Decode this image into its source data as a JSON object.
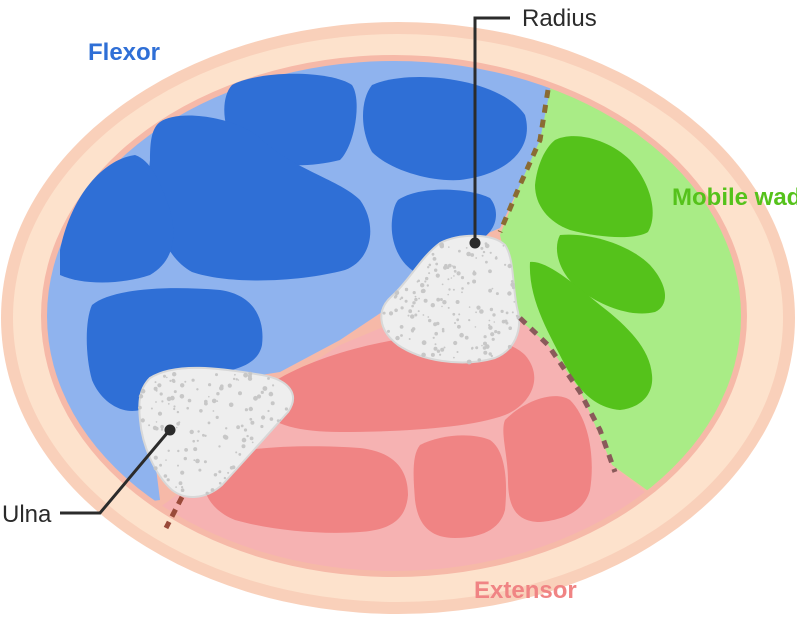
{
  "labels": {
    "flexor": "Flexor",
    "mobile_wad": "Mobile wad",
    "extensor": "Extensor",
    "radius": "Radius",
    "ulna": "Ulna"
  },
  "colors": {
    "flexor": "#2f6fd6",
    "mobile_wad": "#55c21b",
    "extensor": "#f08484",
    "text_dark": "#2b2b2b"
  }
}
